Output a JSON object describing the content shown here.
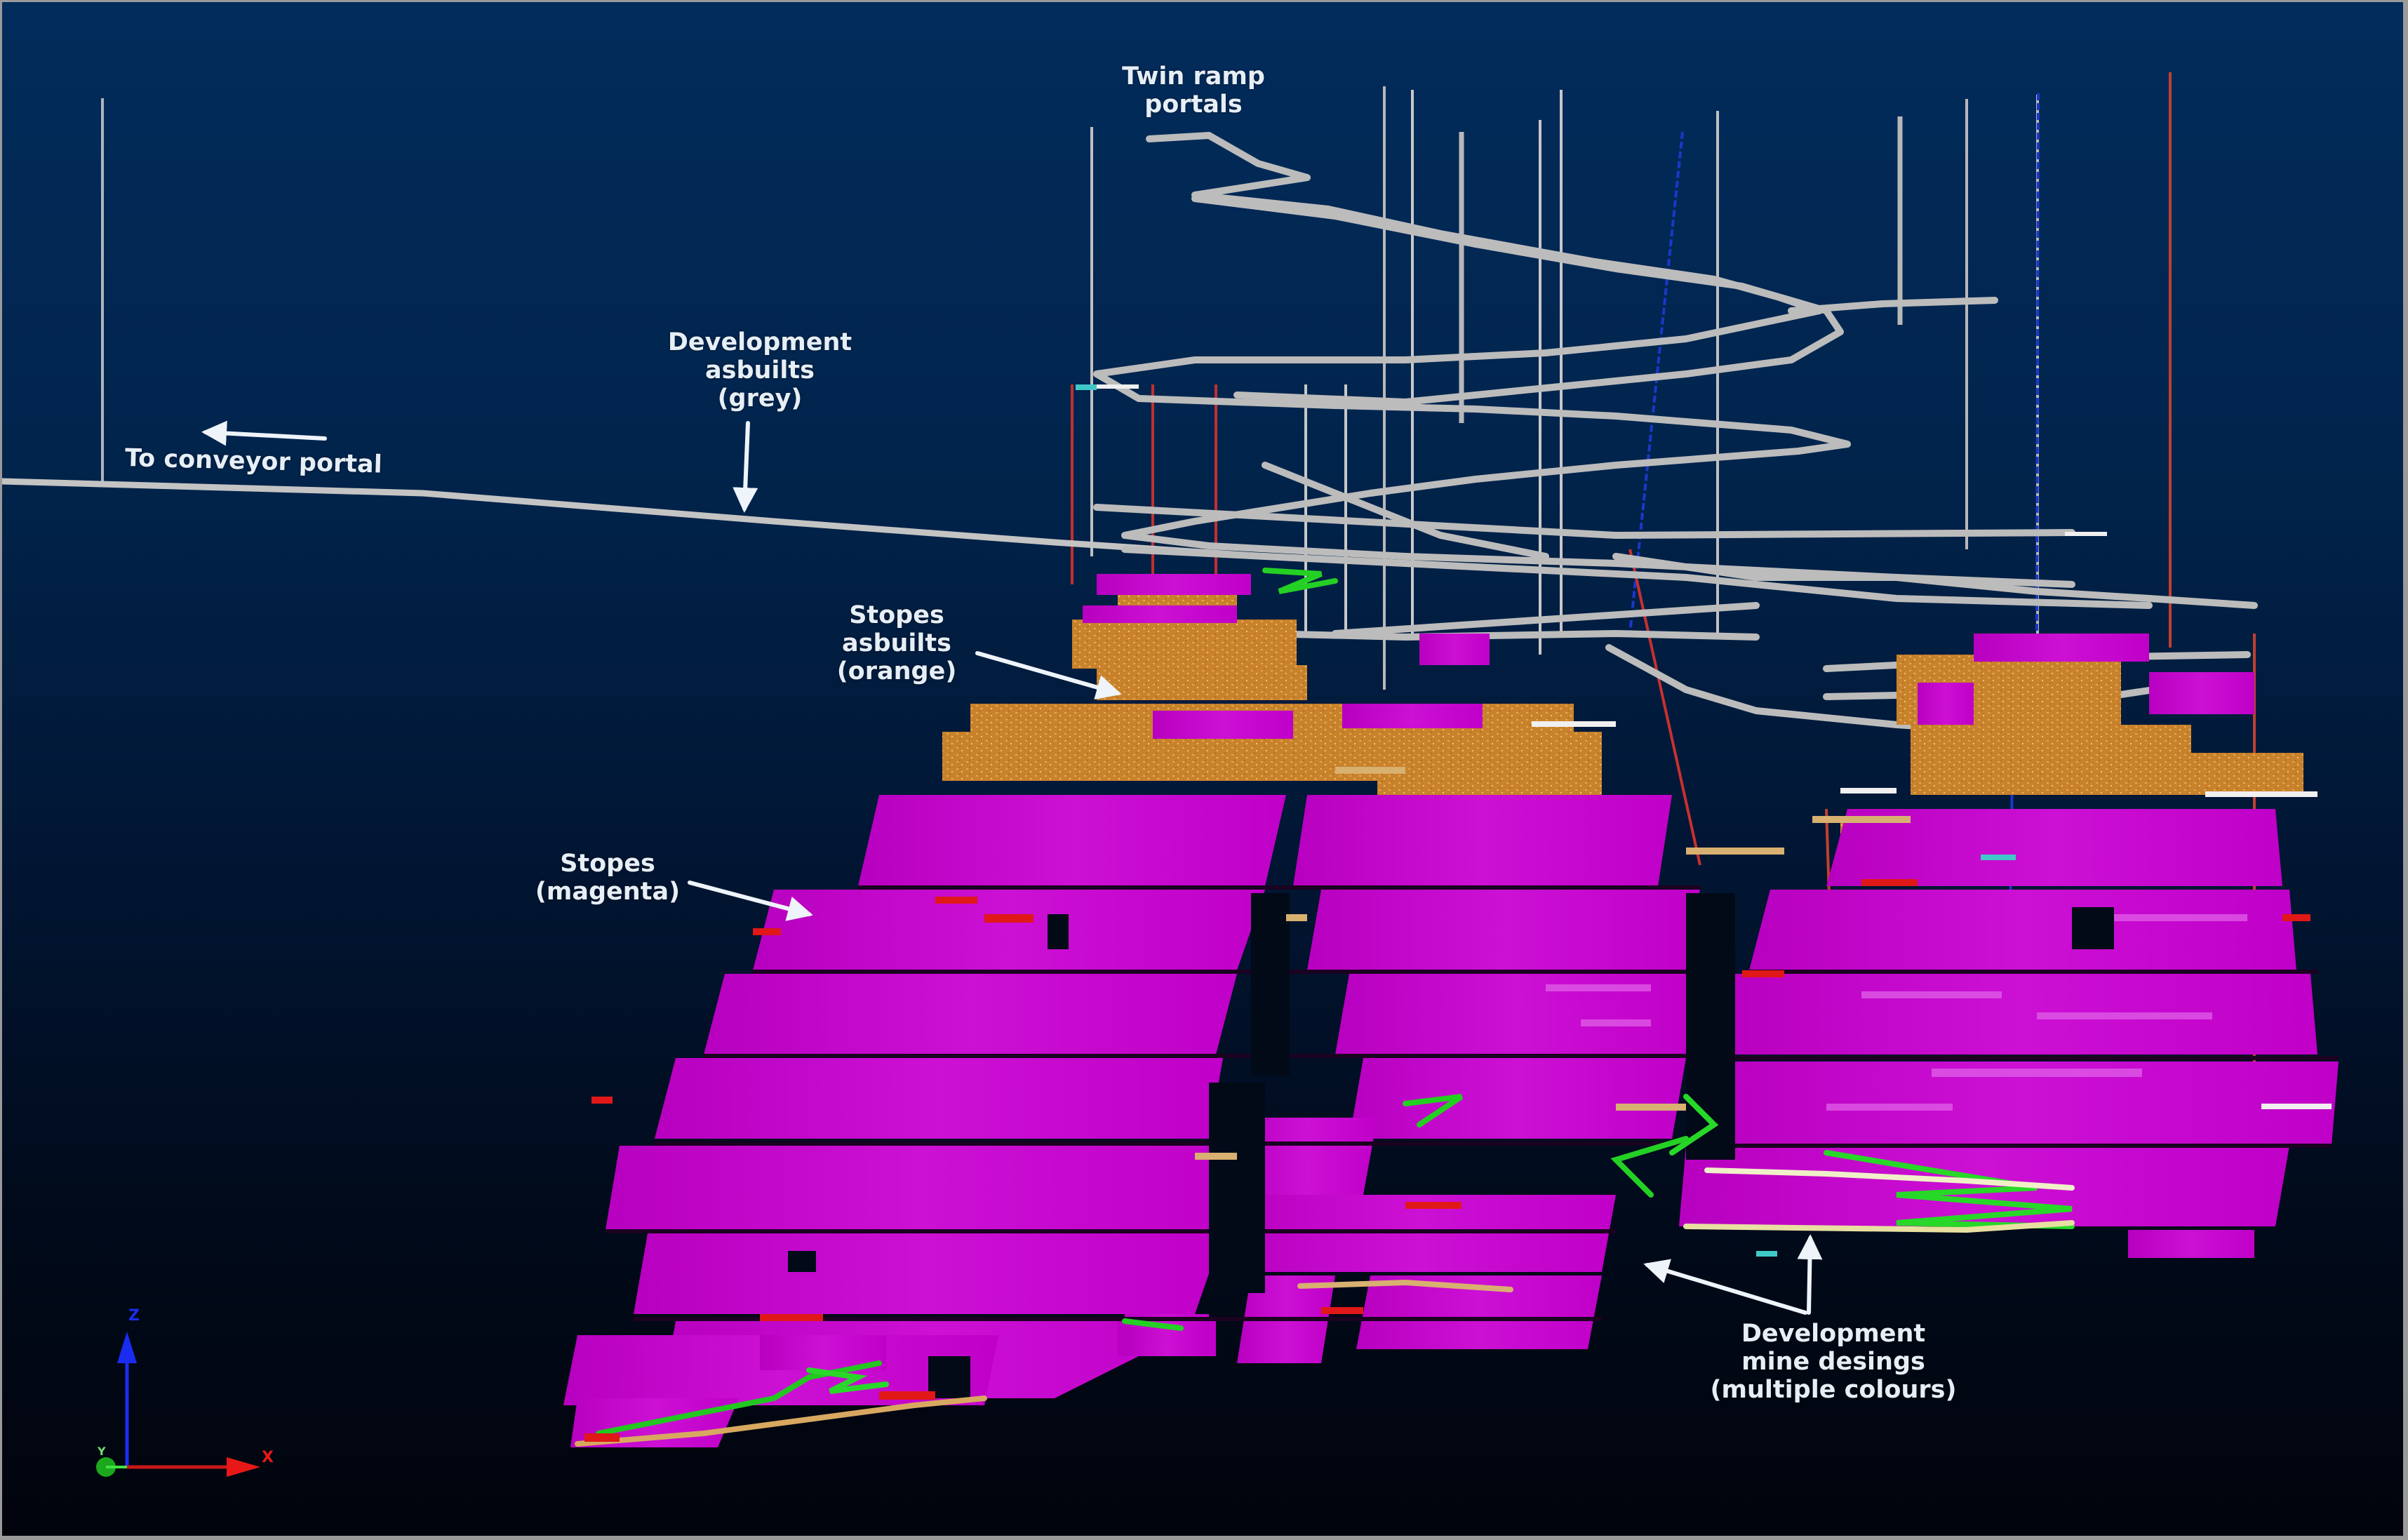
{
  "viewport": {
    "background_top": "#022c5c",
    "background_bottom": "#01040c",
    "border_color": "#9a9a9a"
  },
  "annotations": {
    "twin_ramp": {
      "line1": "Twin ramp",
      "line2": "portals"
    },
    "dev_asbuilts": {
      "line1": "Development",
      "line2": "asbuilts",
      "line3": "(grey)"
    },
    "conveyor": {
      "text": "To conveyor portal"
    },
    "stopes_asbuilts": {
      "line1": "Stopes",
      "line2": "asbuilts",
      "line3": "(orange)"
    },
    "stopes": {
      "line1": "Stopes",
      "line2": "(magenta)"
    },
    "dev_designs": {
      "line1": "Development",
      "line2": "mine desings",
      "line3": "(multiple colours)"
    }
  },
  "legend_colors": {
    "development_asbuilts": "#b8b8b8",
    "stopes_asbuilts": "#d08a2e",
    "stopes": "#c000c8",
    "design_green": "#22d020",
    "design_red": "#e01818",
    "design_tan": "#d8b070",
    "design_blue": "#1030c0"
  },
  "axis_gizmo": {
    "z_label": "Z",
    "x_label": "X",
    "y_label": "Y",
    "z_color": "#1a2cf0",
    "x_color": "#e81818",
    "y_color": "#1ca81c"
  }
}
